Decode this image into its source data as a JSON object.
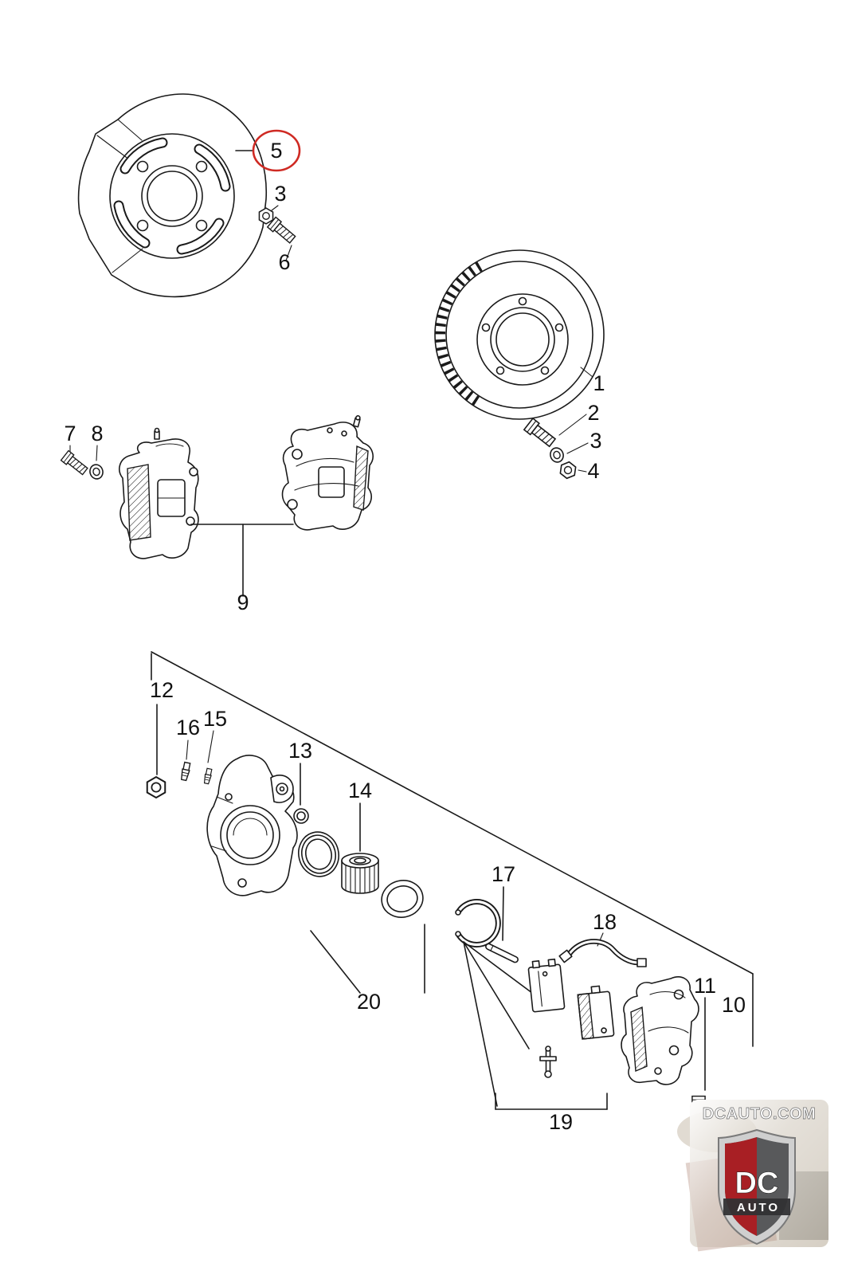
{
  "page": {
    "background": "#ffffff"
  },
  "colors": {
    "line": "#1a1a1a",
    "callout_red": "#cf2a23",
    "logo_red": "#a81f24",
    "logo_dark": "#4b4b4b",
    "logo_silver": "#cfcfcf"
  },
  "callouts": {
    "shield_plate": "5",
    "shield_nut": "3",
    "shield_bolt": "6",
    "brake_disc": "1",
    "disc_bolt": "2",
    "disc_washer": "3",
    "disc_nut": "4",
    "caliper_bolt": "7",
    "caliper_washer": "8",
    "caliper_pair": "9",
    "hub_nut": "12",
    "knuckle_stud": "15",
    "knuckle_bolt": "16",
    "oring": "13",
    "bearing": "14",
    "bearing_kit": "20",
    "pin": "17",
    "brake_hose": "18",
    "pad_kit": "19",
    "rear_caliper": "11",
    "carrier": "10"
  },
  "logo": {
    "website": "DCAUTO.COM",
    "brand": "DC",
    "brand_sub": "AUTO"
  }
}
